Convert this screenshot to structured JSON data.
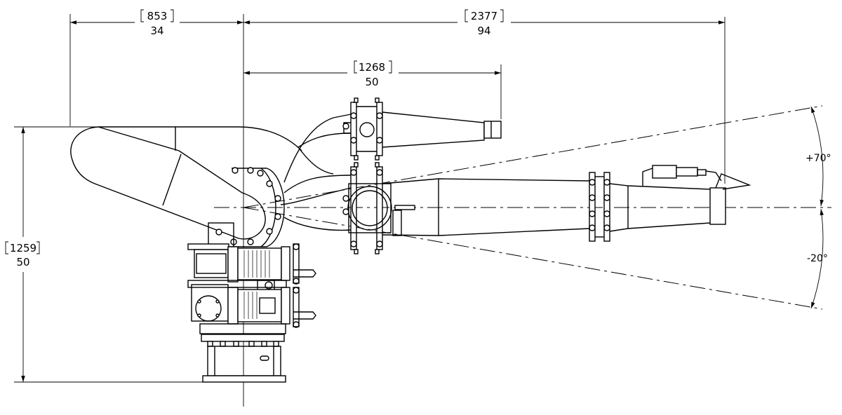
{
  "dimensions": {
    "left_width": {
      "mm": "853",
      "inch": "34"
    },
    "right_reach": {
      "mm": "2377",
      "inch": "94"
    },
    "upper_branch": {
      "mm": "1268",
      "inch": "50"
    },
    "height": {
      "mm": "1259",
      "inch": "50"
    }
  },
  "angles": {
    "elevation_up": "+70°",
    "elevation_down": "-20°"
  }
}
